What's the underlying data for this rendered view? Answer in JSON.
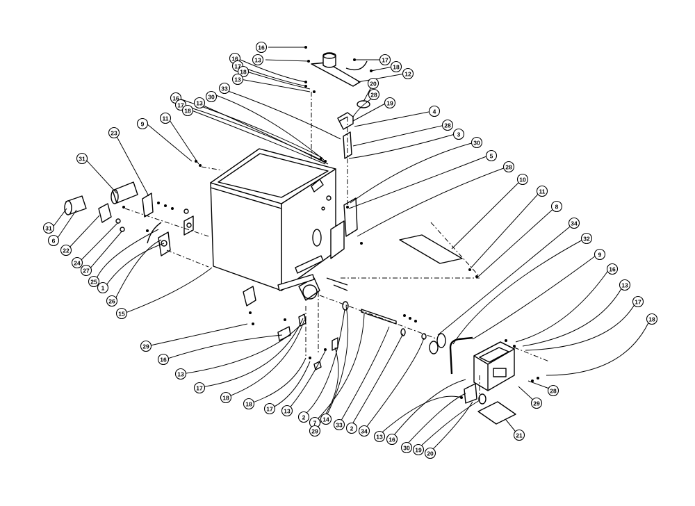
{
  "diagram": {
    "callouts": [
      {
        "label": "16"
      },
      {
        "label": "13"
      },
      {
        "label": "17"
      },
      {
        "label": "18"
      },
      {
        "label": "12"
      },
      {
        "label": "20"
      },
      {
        "label": "28"
      },
      {
        "label": "19"
      },
      {
        "label": "4"
      },
      {
        "label": "28"
      },
      {
        "label": "3"
      },
      {
        "label": "30"
      },
      {
        "label": "5"
      },
      {
        "label": "28"
      },
      {
        "label": "16"
      },
      {
        "label": "17"
      },
      {
        "label": "18"
      },
      {
        "label": "13"
      },
      {
        "label": "30"
      },
      {
        "label": "33"
      },
      {
        "label": "16"
      },
      {
        "label": "17"
      },
      {
        "label": "18"
      },
      {
        "label": "13"
      },
      {
        "label": "9"
      },
      {
        "label": "11"
      },
      {
        "label": "23"
      },
      {
        "label": "31"
      },
      {
        "label": "31"
      },
      {
        "label": "6"
      },
      {
        "label": "22"
      },
      {
        "label": "24"
      },
      {
        "label": "27"
      },
      {
        "label": "25"
      },
      {
        "label": "1"
      },
      {
        "label": "26"
      },
      {
        "label": "15"
      },
      {
        "label": "10"
      },
      {
        "label": "11"
      },
      {
        "label": "8"
      },
      {
        "label": "34"
      },
      {
        "label": "32"
      },
      {
        "label": "9"
      },
      {
        "label": "16"
      },
      {
        "label": "13"
      },
      {
        "label": "17"
      },
      {
        "label": "18"
      },
      {
        "label": "29"
      },
      {
        "label": "16"
      },
      {
        "label": "13"
      },
      {
        "label": "17"
      },
      {
        "label": "18"
      },
      {
        "label": "18"
      },
      {
        "label": "17"
      },
      {
        "label": "13"
      },
      {
        "label": "2"
      },
      {
        "label": "7"
      },
      {
        "label": "29"
      },
      {
        "label": "14"
      },
      {
        "label": "33"
      },
      {
        "label": "2"
      },
      {
        "label": "34"
      },
      {
        "label": "13"
      },
      {
        "label": "16"
      },
      {
        "label": "30"
      },
      {
        "label": "19"
      },
      {
        "label": "20"
      },
      {
        "label": "21"
      },
      {
        "label": "29"
      },
      {
        "label": "28"
      }
    ]
  }
}
